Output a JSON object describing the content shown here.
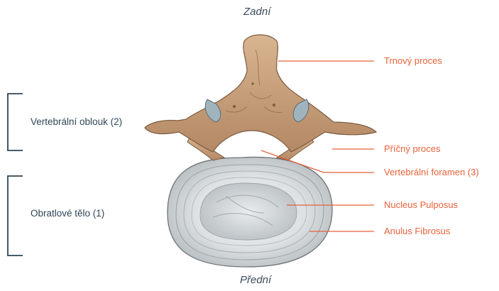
{
  "orientation": {
    "top": "Zadní",
    "bottom": "Přední"
  },
  "labels_right": [
    "Trnový proces",
    "Příčný proces",
    "Vertebrální foramen (3)",
    "Nucleus Pulposus",
    "Anulus Fibrosus"
  ],
  "labels_left": [
    "Vertebrální oblouk (2)",
    "Obratlové tělo (1)"
  ],
  "colors": {
    "leader": "#e8623a",
    "bracket": "#2e4656",
    "bone": "#c9a27c",
    "disc": "#dfe3e4"
  }
}
